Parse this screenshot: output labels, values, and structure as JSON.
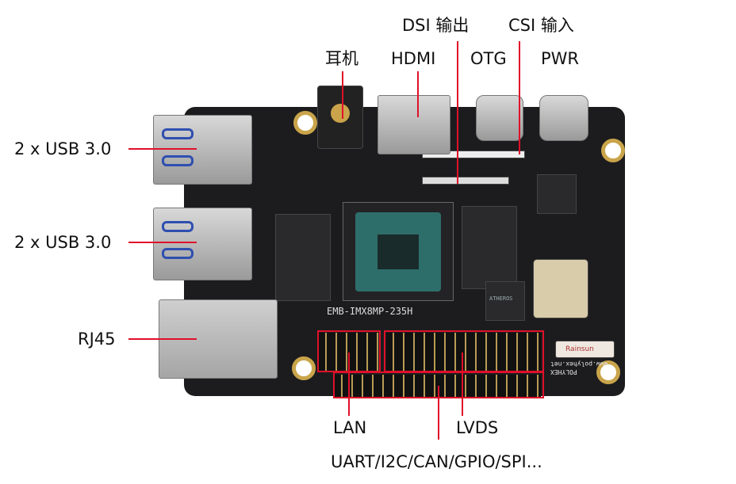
{
  "labels": {
    "usb_top": "2 x USB 3.0",
    "usb_bottom": "2 x USB 3.0",
    "rj45": "RJ45",
    "earphone": "耳机",
    "hdmi": "HDMI",
    "dsi": "DSI 输出",
    "otg": "OTG",
    "csi": "CSI 输入",
    "pwr": "PWR",
    "lan": "LAN",
    "lvds": "LVDS",
    "uart": "UART/I2C/CAN/GPIO/SPI..."
  },
  "board": {
    "model": "EMB-IMX8MP-235H",
    "brand": "POLYHEX",
    "website": "www.polyhex.net",
    "oscillator_label": "Rainsun",
    "ethernet_chip": "ATHEROS"
  },
  "colors": {
    "accent": "#e0102a",
    "board": "#1c1c1e",
    "soc": "#2e6e6a"
  }
}
